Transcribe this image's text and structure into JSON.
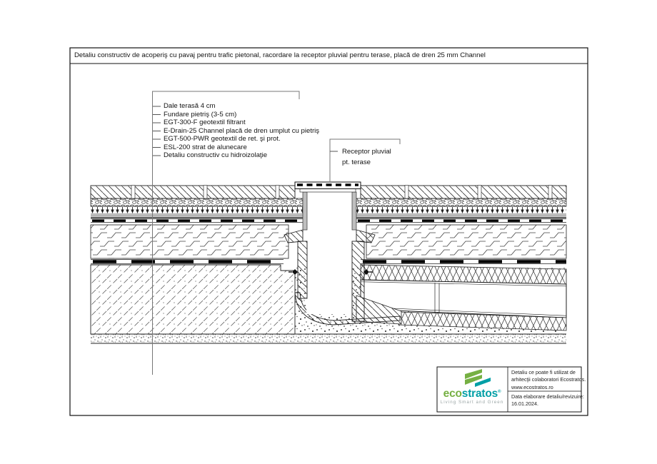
{
  "title": "Detaliu constructiv de acoperiş cu pavaj pentru trafic pietonal, racordare la receptor pluvial pentru terase, placă de dren 25 mm Channel",
  "callouts": {
    "items": [
      "Dale terasă 4 cm",
      "Fundare pietriş (3-5 cm)",
      "EGT-300-F geotextil filtrant",
      "E-Drain-25 Channel placă de dren umplut cu pietriş",
      "EGT-500-PWR geotextil de ret. şi prot.",
      "ESL-200 strat de alunecare",
      "Detaliu constructiv cu hidroizolaţie"
    ]
  },
  "receptor_label": {
    "line1": "Receptor pluvial",
    "line2": "pt. terase"
  },
  "stamp": {
    "brand": {
      "word_eco": "eco",
      "word_stratos": "stratos",
      "reg": "®",
      "tagline": "Living Smart and Green"
    },
    "usage_note": {
      "line1": "Detaliu ce poate fi utilizat de",
      "line2": "arhitecţii colaboratori Ecostratos.",
      "line3": "www.ecostratos.ro"
    },
    "revision": {
      "label": "Data elaborare detaliu/revizuire:",
      "date": "16.01.2024."
    }
  },
  "colors": {
    "brand_green": "#76b043",
    "brand_teal": "#009fa6",
    "tagline_gray": "#9aa5a5",
    "ink": "#141414"
  }
}
